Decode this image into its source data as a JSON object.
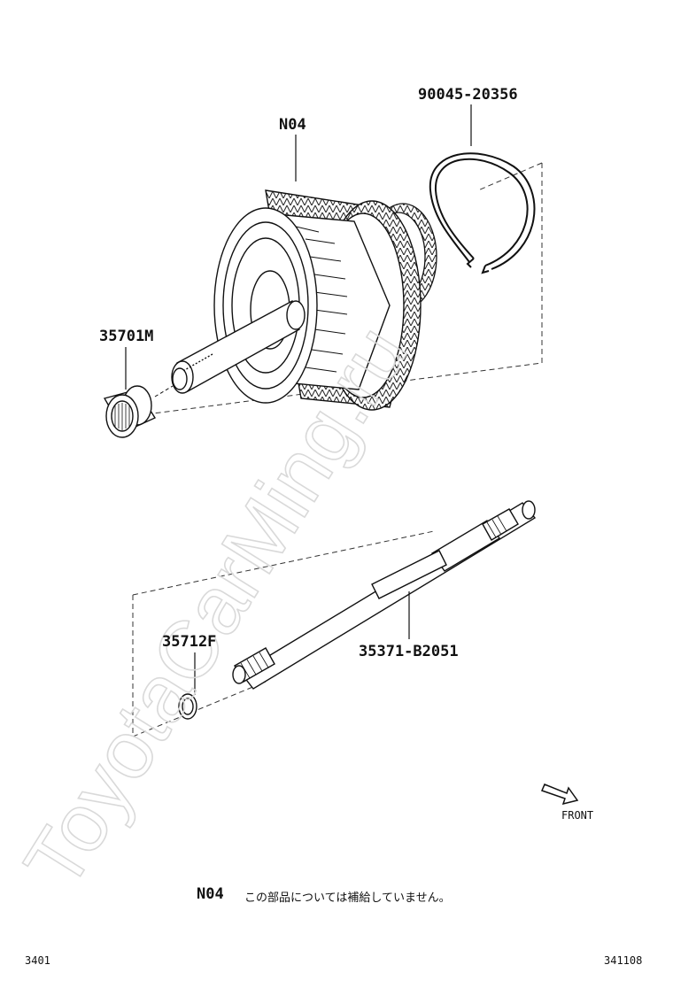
{
  "parts": {
    "n04": "N04",
    "snap_ring": "90045-20356",
    "bearing": "35701M",
    "ring": "35712F",
    "shaft": "35371-B2051"
  },
  "front_label": "FRONT",
  "note": {
    "code": "N04",
    "text": "この部品については補給していません。"
  },
  "footer": {
    "left": "3401",
    "right": "341108"
  },
  "watermark": "ToyotaCarMing.ru"
}
